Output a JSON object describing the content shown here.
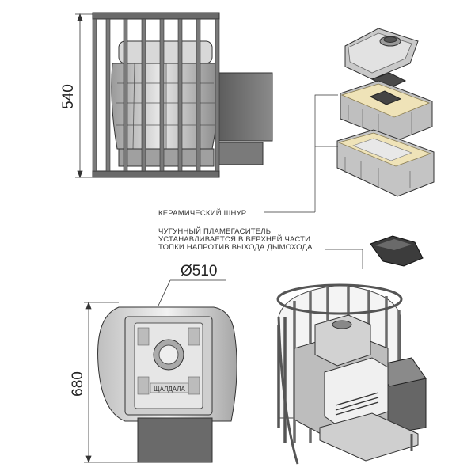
{
  "dimensions": {
    "height_side": "540",
    "height_front": "680",
    "diameter": "Ø510"
  },
  "labels": {
    "ceramic_cord": "КЕРАМИЧЕСКИЙ ШНУР",
    "flame_divider_lines": [
      "ЧУГУННЫЙ ПЛАМЕГАСИТЕЛЬ",
      "УСТАНАВЛИВАЕТСЯ В ВЕРХНЕЙ ЧАСТИ",
      "ТОПКИ НАПРОТИВ ВЫХОДА ДЫМОХОДА"
    ]
  },
  "door_text": "ЩАЛДАЛА",
  "colors": {
    "line": "#333333",
    "metal_light": "#e6e6e6",
    "metal_mid": "#bdbdbd",
    "metal_dark": "#6f6f6f",
    "cord": "#efe3b8",
    "plate": "#3a3a3a"
  }
}
